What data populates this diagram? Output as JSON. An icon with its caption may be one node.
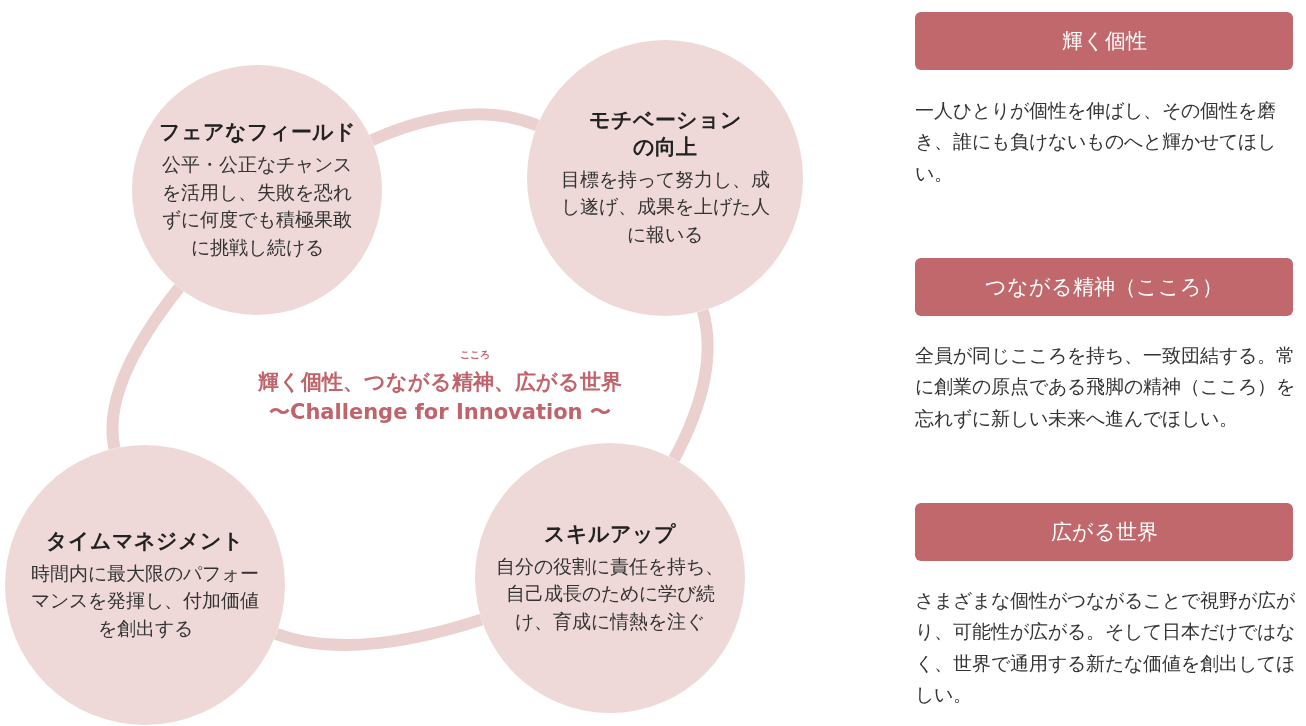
{
  "diagram": {
    "nodes": [
      {
        "text": [
          "フェアなフィールド",
          "公平・公正なチャンスを活用し、失敗を恐れずに何度でも積極果敢に挑戦し続ける"
        ]
      },
      {
        "text": [
          "モチベーションの向上",
          "目標を持って努力し、成し遂げ、成果を上げた人に報いる"
        ]
      },
      {
        "text": [
          "タイムマネジメント",
          "時間内に最大限のパフォーマンスを発揮し、付加価値を創出する"
        ]
      },
      {
        "text": [
          "スキルアップ",
          "自分の役割に責任を持ち、自己成長のために学び続け、育成に情熱を注ぐ"
        ]
      },
      {
        "text": [
          "輝く個性"
        ],
        "beside": [
          "一人ひとりが個性を伸ばし、その個性を磨き、誰にも負けないものへと輝かせてほしい。"
        ]
      },
      {
        "text": [
          "つながる精神（こころ）"
        ],
        "beside": [
          "全員が同じこころを持ち、一致団結する。常に創業の原点である飛脚の精神（こころ）を忘れずに新しい未来へ進んでほしい。"
        ]
      },
      {
        "text": [
          "広がる世界"
        ],
        "beside": [
          "さまざまな個性がつながることで視野が広がり、可能性が広がる。そして日本だけではなく、世界で通用する新たな価値を創出してほしい。"
        ]
      }
    ],
    "edges": [
      {
        "from": 0,
        "to": 1,
        "arrow": "none"
      },
      {
        "from": 1,
        "to": 3,
        "arrow": "none"
      },
      {
        "from": 3,
        "to": 2,
        "arrow": "none"
      },
      {
        "from": 2,
        "to": 0,
        "arrow": "none"
      }
    ],
    "labels": [
      "こころ",
      "輝く個性、つながる精神、広がる世界",
      "〜Challenge for Innovation 〜"
    ]
  }
}
